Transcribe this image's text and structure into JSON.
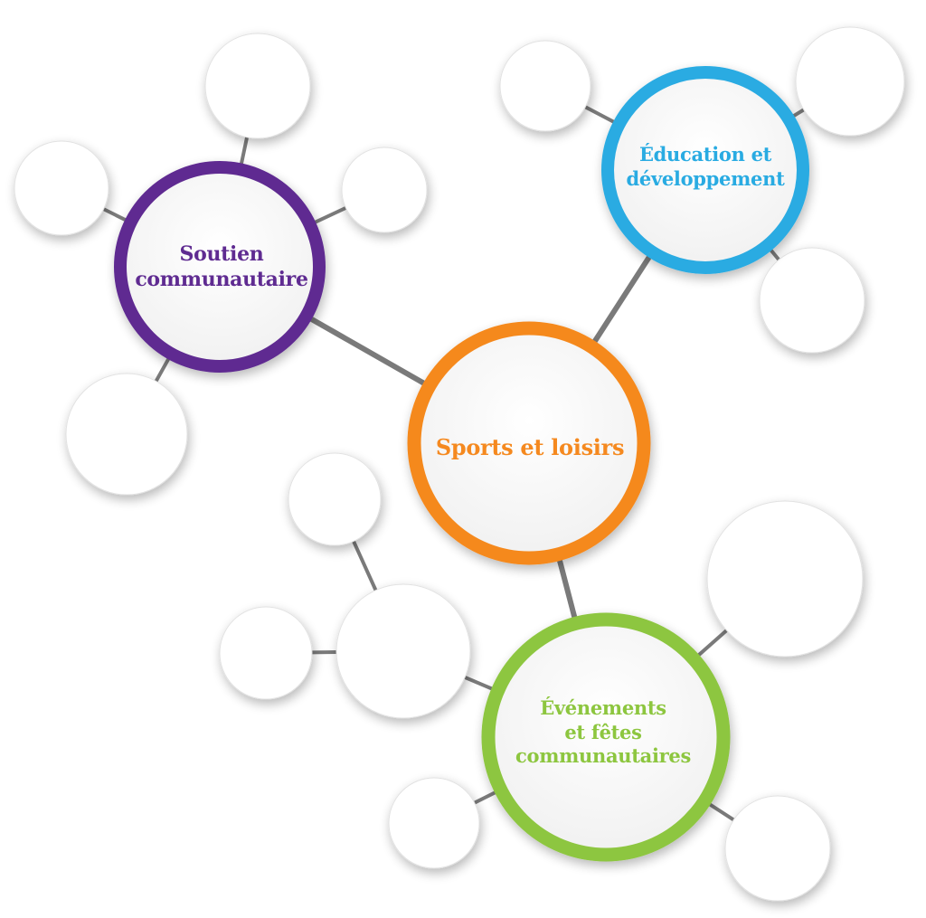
{
  "diagram": {
    "hubs": [
      {
        "id": "sports",
        "label": "Sports et loisirs",
        "color": "#f5891f"
      },
      {
        "id": "soutien",
        "label": "Soutien communautaire",
        "color": "#5f2b91"
      },
      {
        "id": "education",
        "label": "Éducation et développement",
        "color": "#29abe2"
      },
      {
        "id": "evenements",
        "label": "Événements et fêtes communautaires",
        "color": "#8dc63f"
      }
    ],
    "line_color": "#7a7a7a",
    "satellite_fill": "#ffffff"
  },
  "labels": {
    "soutien_line1": "Soutien",
    "soutien_line2": "communautaire",
    "education_line1": "Éducation et",
    "education_line2": "développement",
    "sports_line1": "Sports et loisirs",
    "evenements_line1": "Événements",
    "evenements_line2": "et fêtes",
    "evenements_line3": "communautaires"
  }
}
